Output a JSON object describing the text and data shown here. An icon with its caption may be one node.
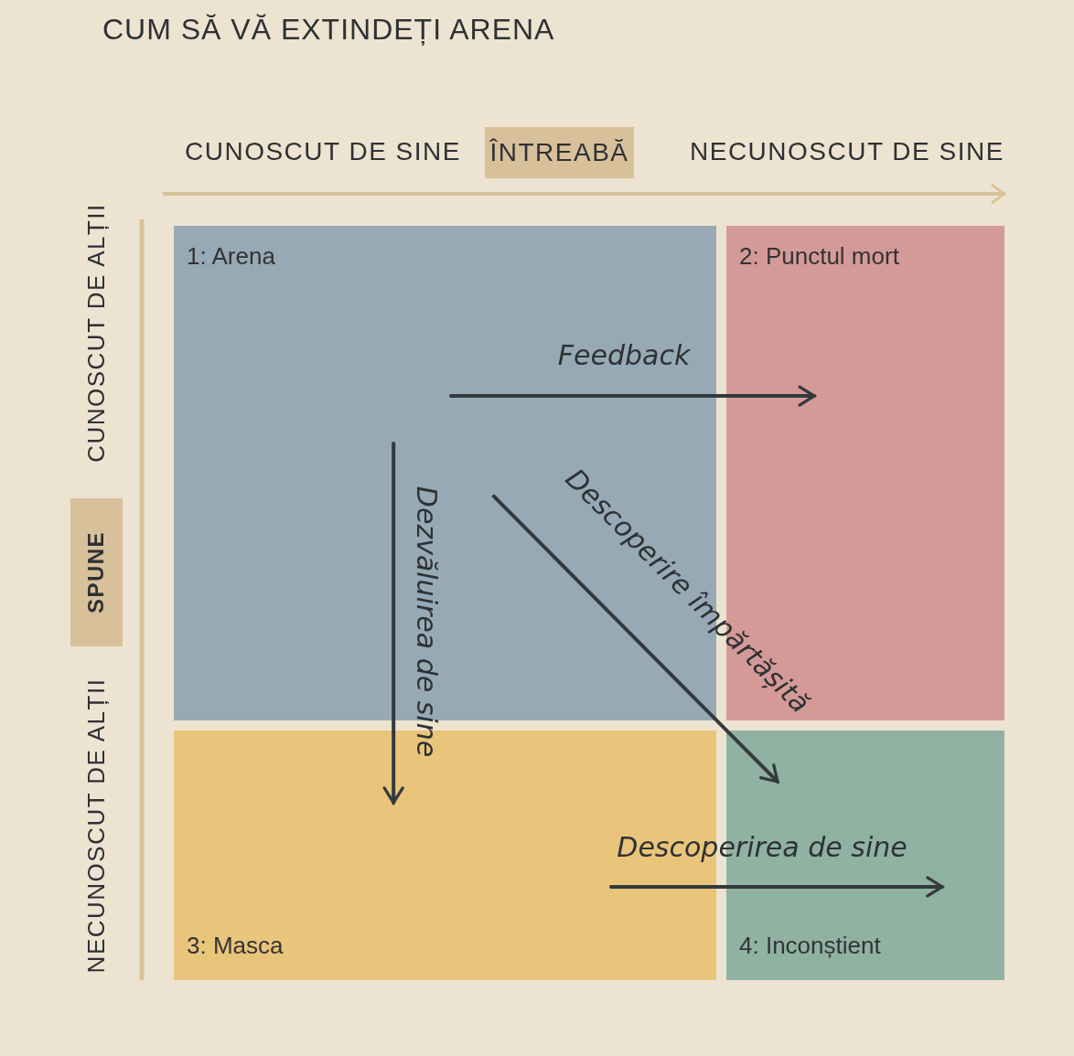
{
  "diagram": {
    "title": "CUM SĂ VĂ EXTINDEȚI ARENA",
    "nodes": [
      {
        "text": [
          "1: Arena"
        ]
      },
      {
        "text": [
          "2: Punctul mort"
        ]
      },
      {
        "text": [
          "3: Masca"
        ]
      },
      {
        "text": [
          "4: Inconștient"
        ]
      },
      {
        "text": [
          "ÎNTREABĂ"
        ]
      },
      {
        "text": [
          "SPUNE"
        ]
      }
    ],
    "edges": [
      {
        "from": 0,
        "to": 1,
        "arrow": "to",
        "label": "Feedback"
      },
      {
        "from": 0,
        "to": 2,
        "arrow": "to",
        "label": "Dezvăluirea de sine"
      },
      {
        "from": 0,
        "to": 3,
        "arrow": "to",
        "label": "Descoperire împărtășită"
      },
      {
        "from": 2,
        "to": 3,
        "arrow": "to",
        "label": "Descoperirea de sine"
      }
    ],
    "labels": [
      "CUNOSCUT DE SINE",
      "NECUNOSCUT DE SINE",
      "CUNOSCUT DE ALȚII",
      "NECUNOSCUT DE ALȚII"
    ]
  }
}
